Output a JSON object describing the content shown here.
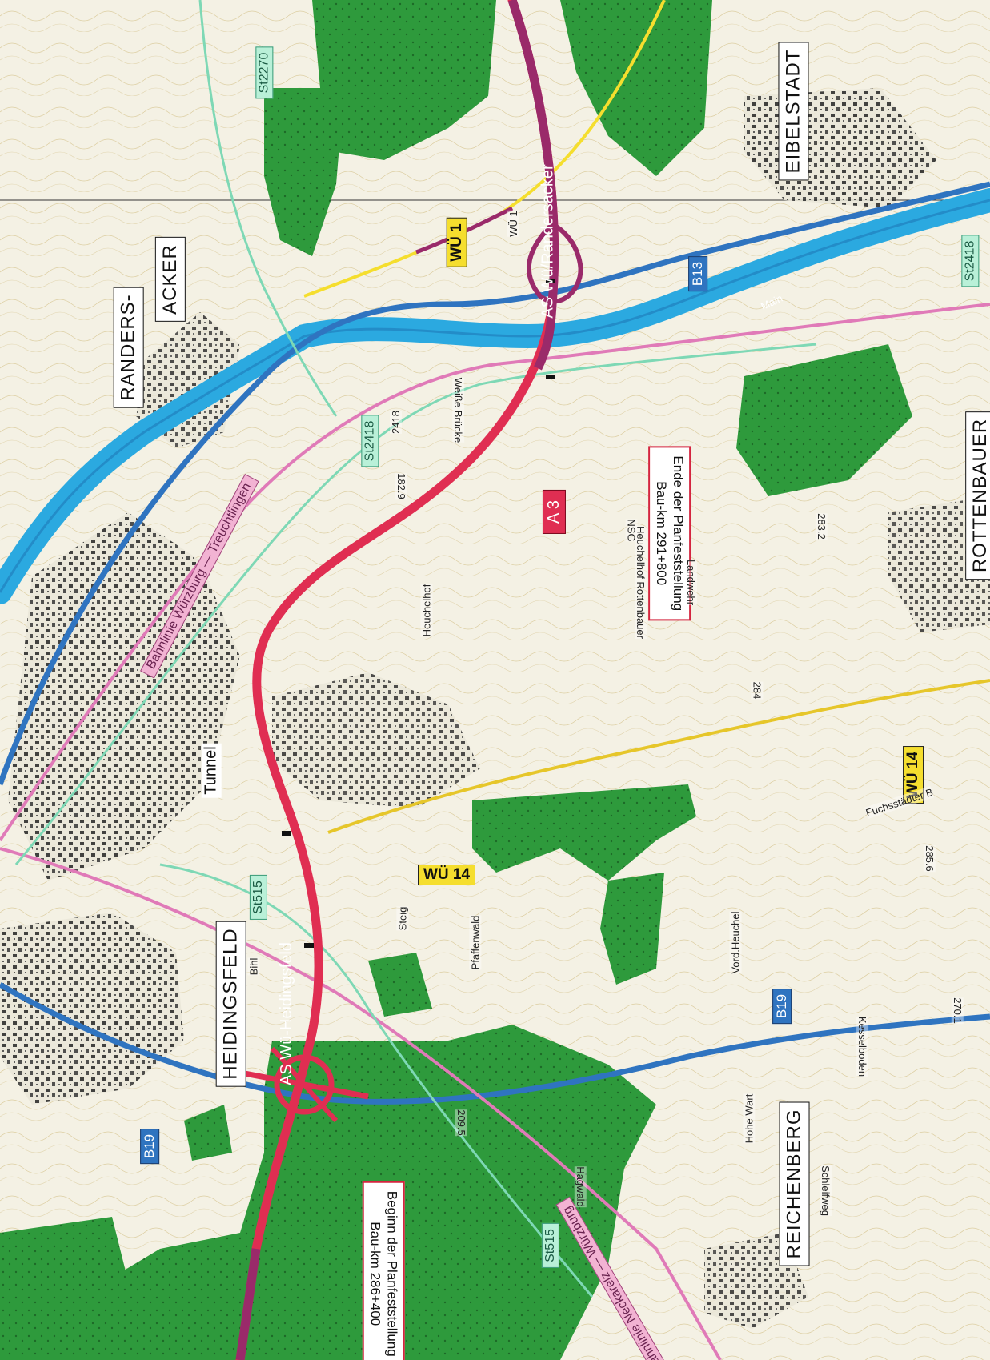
{
  "towns": {
    "eibelstadt": "EIBELSTADT",
    "randers": "RANDERS-",
    "acker": "ACKER",
    "rottenbauer": "ROTTENBAUER",
    "heidingsfeld": "HEIDINGSFELD",
    "reichenberg": "REICHENBERG"
  },
  "roads": {
    "wu1": "WÜ 1",
    "wu1_small": "WÜ 1",
    "wu14_east": "WÜ 14",
    "wu14_center": "WÜ 14",
    "b13": "B13",
    "b19_east": "B19",
    "b19_west": "B19",
    "st2418": "St2418",
    "st2418_num": "2418",
    "st2270": "St2270",
    "st2418_east": "St2418",
    "st515_center": "St515",
    "st515_west": "St515",
    "a3": "A 3"
  },
  "junctions": {
    "randersacker": "AS Wü/Randersacker",
    "heidingsfeld": "AS Wü-Heidingsfeld"
  },
  "plan": {
    "end_line1": "Ende der Planfeststellung",
    "end_line2": "Bau-km 291+800",
    "begin_line1": "Beginn der Planfeststellung",
    "begin_line2": "Bau-km 286+400"
  },
  "rail": {
    "north": "Bahnlinie Würzburg — Treuchtlingen",
    "south": "Bahnlinie Neckarelz — Würzburg"
  },
  "features": {
    "tunnel": "Tunnel",
    "main": "Main",
    "heuchelhof": "Heuchelhof",
    "heuchelhof_rb": "Heuchelhof Rottenbauer",
    "landwehr": "Landwehr",
    "hagwald": "Hagwald",
    "vord_heuchel": "Vord.Heuchel",
    "hohe_wart": "Hohe Wart",
    "steig": "Steig",
    "pfaffenwald": "Pfaffenwald",
    "kesselboden": "Kesselboden",
    "schleifweg": "Schleifweg",
    "fuchsstaedter": "Fuchsstädter B",
    "nsg": "NSG",
    "weisse_brucke": "Weiße Brücke",
    "bihl": "Bihl",
    "alt_209": "209.5",
    "alt_283": "283.2",
    "alt_270": "270.1",
    "alt_182": "182.9",
    "alt_284": "284",
    "alt_285": "285.6"
  },
  "colors": {
    "paper": "#f4f1e4",
    "forest": "#2e9a3c",
    "river": "#2ba9e0",
    "a3": "#e02e52",
    "a3_north": "#9a2a6a",
    "b_road": "#2f74c0",
    "yellow_road": "#f5de2e",
    "rail": "#e07ab8",
    "state_road": "#7ed8b5"
  }
}
